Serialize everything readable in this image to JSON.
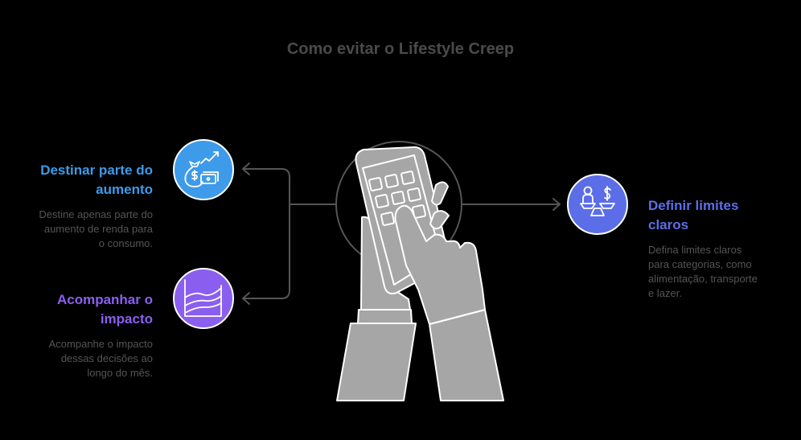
{
  "title": "Como evitar o Lifestyle Creep",
  "colors": {
    "background": "#000000",
    "title": "#4a4a4a",
    "connector": "#555555",
    "description": "#555555",
    "illustration_fill": "#a6a6a6",
    "illustration_stroke": "#ffffff",
    "blue": "#3d9be9",
    "purple": "#8a5ff0",
    "indigo": "#5b6ee8"
  },
  "center": {
    "icon": "hand-tapping-phone-icon"
  },
  "items": [
    {
      "id": "destinar",
      "heading": "Destinar parte do aumento",
      "heading_lines": [
        "Destinar parte do",
        "aumento"
      ],
      "description_lines": [
        "Destine apenas parte do",
        "aumento de renda para",
        "o consumo."
      ],
      "icon": "money-bag-growth-icon",
      "color": "#3d9be9",
      "side": "left"
    },
    {
      "id": "acompanhar",
      "heading": "Acompanhar o impacto",
      "heading_lines": [
        "Acompanhar o",
        "impacto"
      ],
      "description_lines": [
        "Acompanhe o impacto",
        "dessas decisões ao",
        "longo do mês."
      ],
      "icon": "area-chart-icon",
      "color": "#8a5ff0",
      "side": "left"
    },
    {
      "id": "definir",
      "heading": "Definir limites claros",
      "heading_lines": [
        "Definir limites",
        "claros"
      ],
      "description_lines": [
        "Defina limites claros",
        "para categorias, como",
        "alimentação, transporte",
        "e lazer."
      ],
      "icon": "balance-scale-icon",
      "color": "#5b6ee8",
      "side": "right"
    }
  ]
}
